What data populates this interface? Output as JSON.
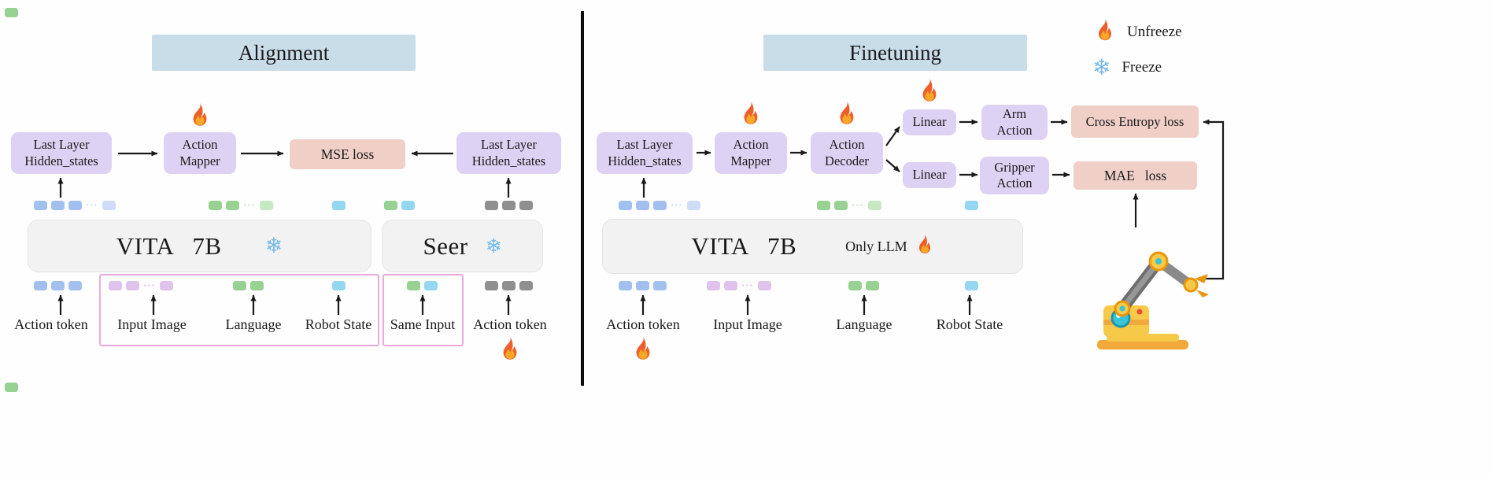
{
  "palette": {
    "blue": "#a2c0ef",
    "blue_light": "#cdddf8",
    "green": "#97d293",
    "green_light": "#c6e8c2",
    "cyan": "#93d8f0",
    "gray": "#8f8f8f",
    "lavender": "#dfc3ec"
  },
  "colors": {
    "title_bg": "#c9dde9",
    "module_bg": "#ded2f4",
    "loss_bg": "#f0cfc7",
    "model_bg": "#f2f2f3",
    "pink_border": "#e9a9dc",
    "snowflake": "#74b9e8"
  },
  "icons": {
    "snowflake": "❄"
  },
  "legend": {
    "unfreeze": "Unfreeze",
    "freeze": "Freeze"
  },
  "left": {
    "title": "Alignment",
    "hidden_left_line1": "Last Layer",
    "hidden_left_line2": "Hidden_states",
    "action_mapper_line1": "Action",
    "action_mapper_line2": "Mapper",
    "mse_loss": "MSE loss",
    "hidden_right_line1": "Last Layer",
    "hidden_right_line2": "Hidden_states",
    "vita_label": "VITA   7B",
    "seer_label": "Seer",
    "labels": {
      "action_token_left": "Action token",
      "input_image": "Input Image",
      "language": "Language",
      "robot_state": "Robot State",
      "same_input": "Same Input",
      "action_token_right": "Action token"
    }
  },
  "right": {
    "title": "Finetuning",
    "hidden_line1": "Last Layer",
    "hidden_line2": "Hidden_states",
    "action_mapper_line1": "Action",
    "action_mapper_line2": "Mapper",
    "action_decoder_line1": "Action",
    "action_decoder_line2": "Decoder",
    "linear_top": "Linear",
    "linear_bottom": "Linear",
    "arm_action_line1": "Arm",
    "arm_action_line2": "Action",
    "gripper_action_line1": "Gripper",
    "gripper_action_line2": "Action",
    "cross_entropy_loss": "Cross Entropy loss",
    "mae_loss": "MAE   loss",
    "vita_label": "VITA   7B",
    "only_llm": "Only LLM",
    "labels": {
      "action_token": "Action token",
      "input_image": "Input Image",
      "language": "Language",
      "robot_state": "Robot State"
    }
  },
  "tokens": {
    "stray_top": [
      "green"
    ],
    "stray_bottom": [
      "green"
    ],
    "left_top_blue": [
      "blue",
      "blue",
      "blue",
      "dots:blue_light",
      "blue_light"
    ],
    "left_top_green": [
      "green",
      "green",
      "dots:green_light",
      "green_light"
    ],
    "left_top_cyan": [
      "cyan"
    ],
    "left_top_seer": [
      "green",
      "cyan"
    ],
    "left_top_gray": [
      "gray",
      "gray",
      "gray"
    ],
    "left_bottom_blue": [
      "blue",
      "blue",
      "blue"
    ],
    "left_bottom_lavender": [
      "lavender",
      "lavender",
      "dots:lavender",
      "lavender"
    ],
    "left_bottom_green": [
      "green",
      "green"
    ],
    "left_bottom_cyan": [
      "cyan"
    ],
    "left_bottom_seer": [
      "green",
      "cyan"
    ],
    "left_bottom_gray": [
      "gray",
      "gray",
      "gray"
    ],
    "right_top_blue": [
      "blue",
      "blue",
      "blue",
      "dots:blue_light",
      "blue_light"
    ],
    "right_top_green": [
      "green",
      "green",
      "dots:green_light",
      "green_light"
    ],
    "right_top_cyan": [
      "cyan"
    ],
    "right_bottom_blue": [
      "blue",
      "blue",
      "blue"
    ],
    "right_bottom_lavender": [
      "lavender",
      "lavender",
      "dots:lavender",
      "lavender"
    ],
    "right_bottom_green": [
      "green",
      "green"
    ],
    "right_bottom_cyan": [
      "cyan"
    ]
  }
}
